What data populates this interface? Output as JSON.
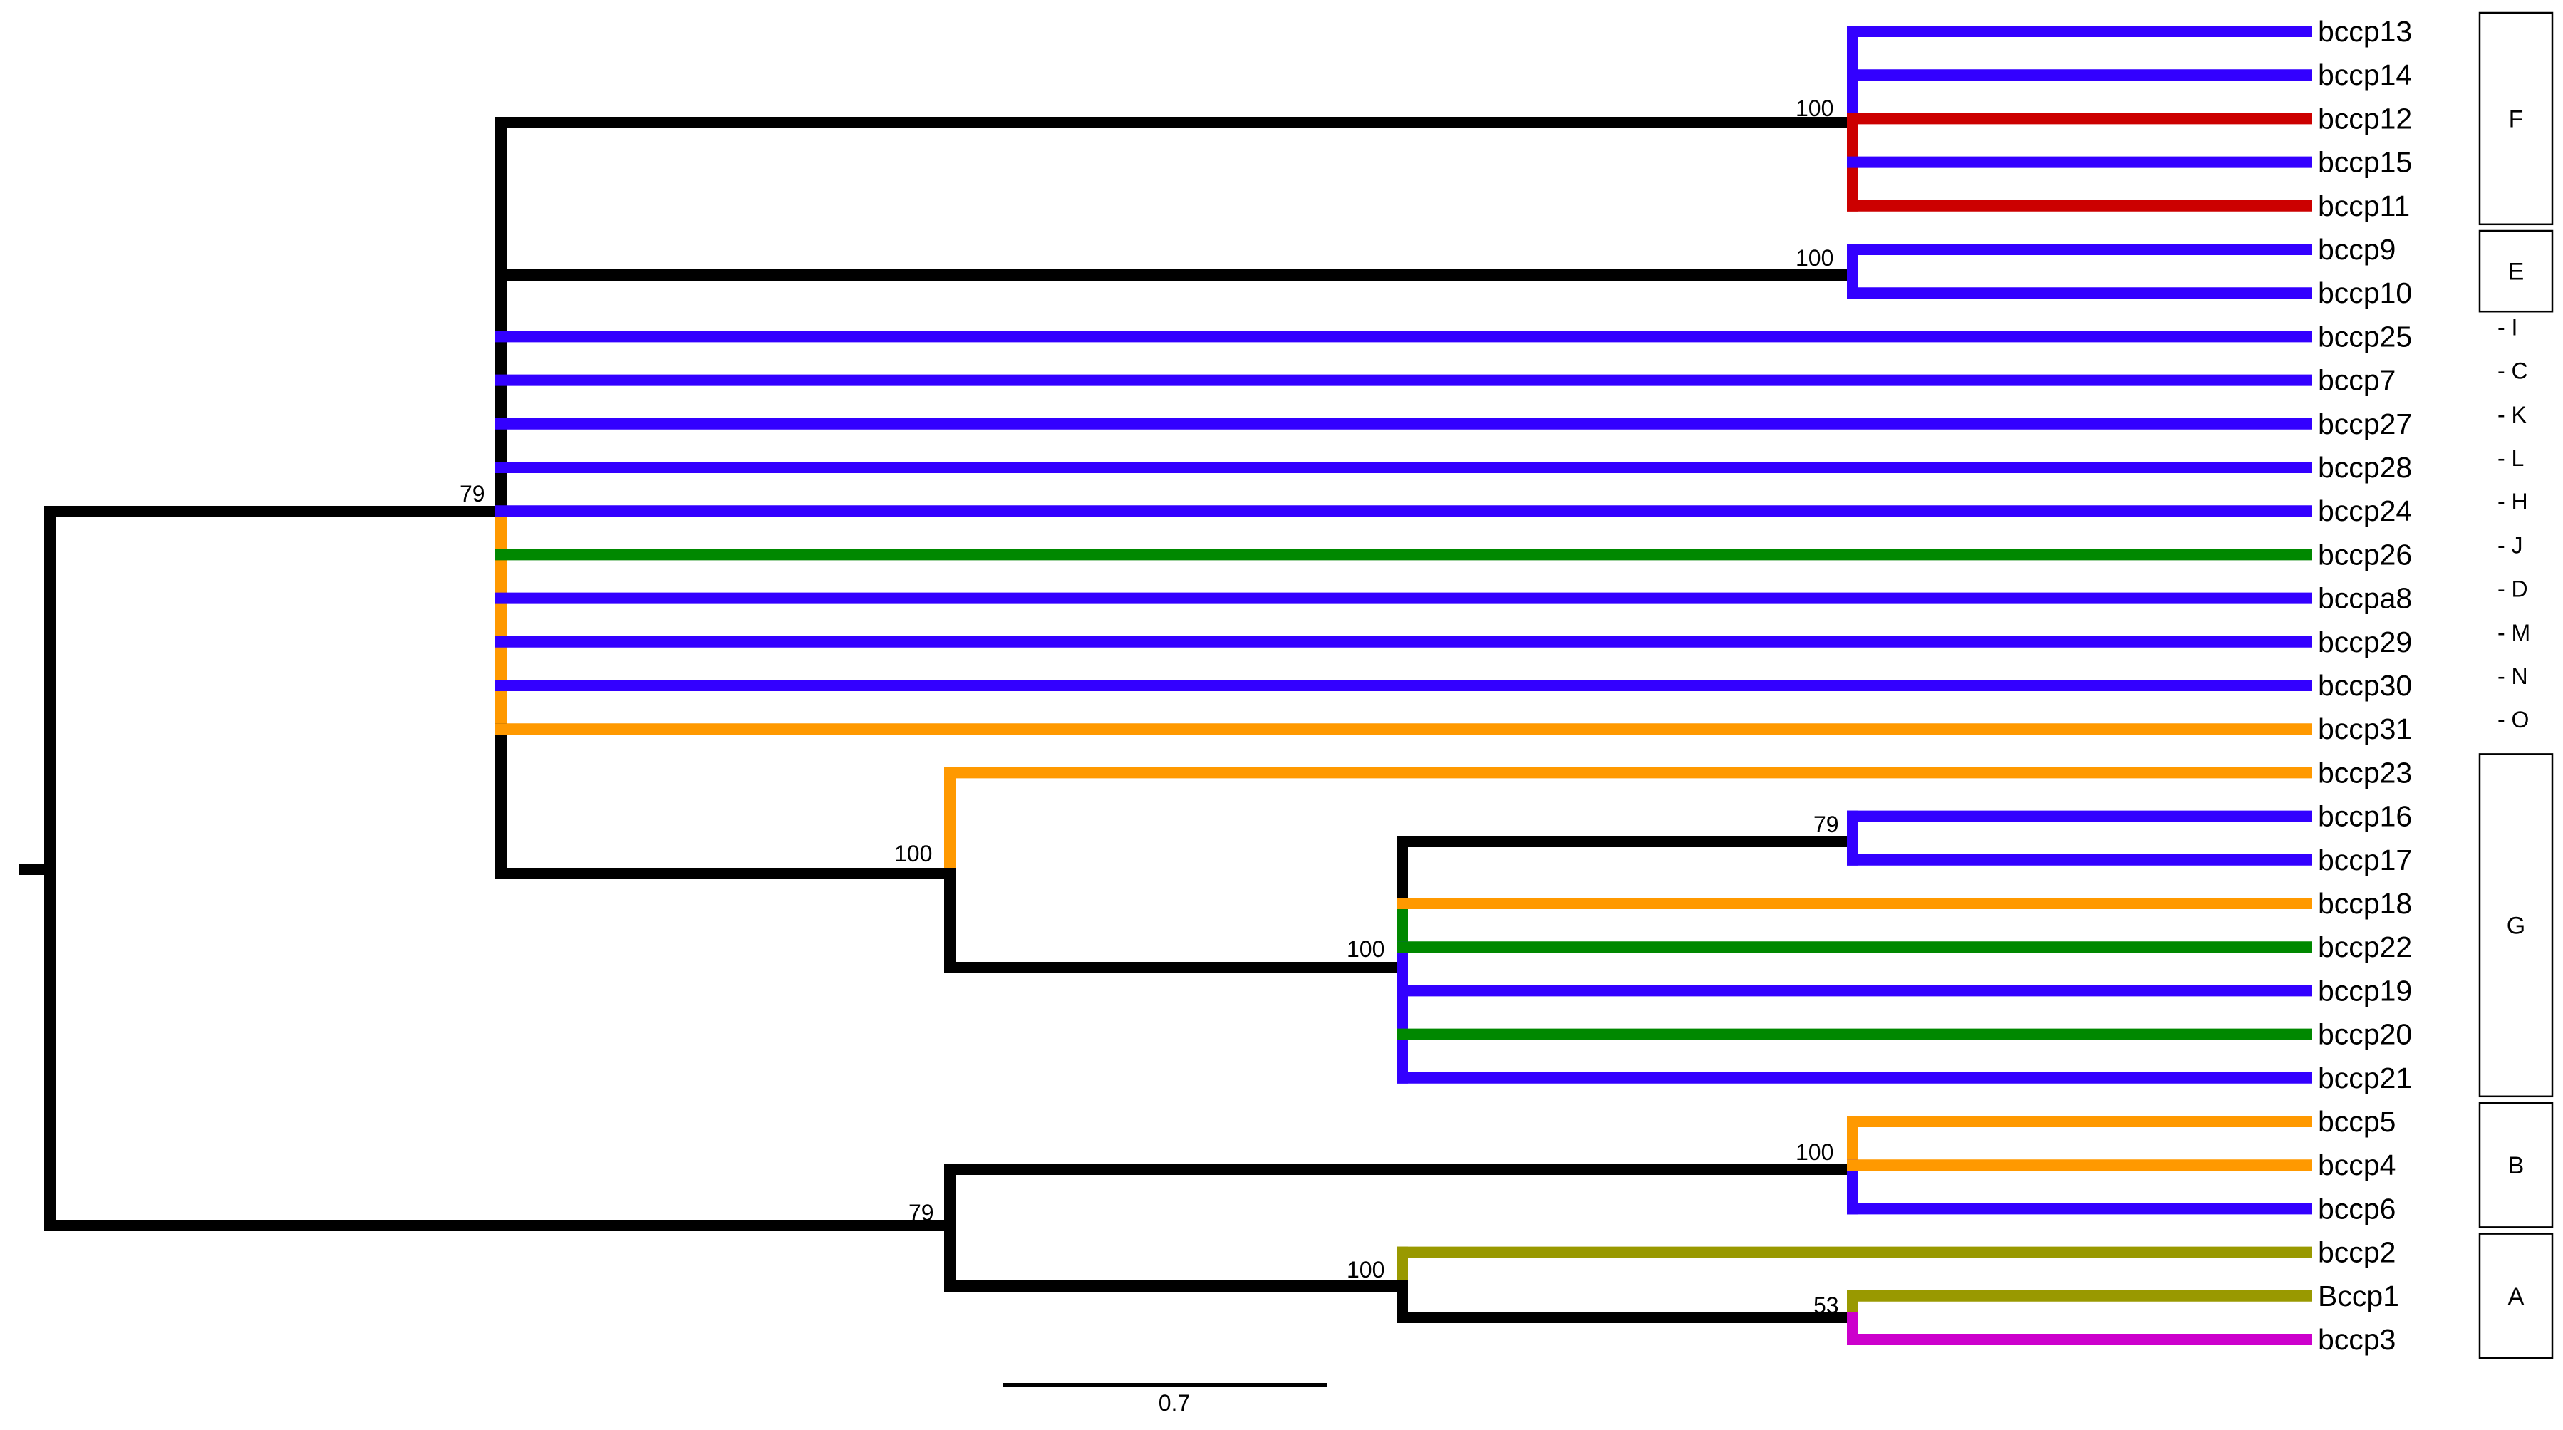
{
  "colors": {
    "black": "#000000",
    "blue": "#3300ff",
    "red": "#cc0000",
    "green": "#008800",
    "orange": "#ff9900",
    "olive": "#999900",
    "magenta": "#cc00cc"
  },
  "leaves": [
    {
      "id": "bccp13",
      "label": "bccp13",
      "color": "blue"
    },
    {
      "id": "bccp14",
      "label": "bccp14",
      "color": "blue"
    },
    {
      "id": "bccp12",
      "label": "bccp12",
      "color": "red"
    },
    {
      "id": "bccp15",
      "label": "bccp15",
      "color": "blue"
    },
    {
      "id": "bccp11",
      "label": "bccp11",
      "color": "red"
    },
    {
      "id": "bccp9",
      "label": "bccp9",
      "color": "blue"
    },
    {
      "id": "bccp10",
      "label": "bccp10",
      "color": "blue"
    },
    {
      "id": "bccp25",
      "label": "bccp25",
      "color": "blue"
    },
    {
      "id": "bccp7",
      "label": "bccp7",
      "color": "blue"
    },
    {
      "id": "bccp27",
      "label": "bccp27",
      "color": "blue"
    },
    {
      "id": "bccp28",
      "label": "bccp28",
      "color": "blue"
    },
    {
      "id": "bccp24",
      "label": "bccp24",
      "color": "blue"
    },
    {
      "id": "bccp26",
      "label": "bccp26",
      "color": "green"
    },
    {
      "id": "bccpa8",
      "label": "bccpa8",
      "color": "blue"
    },
    {
      "id": "bccp29",
      "label": "bccp29",
      "color": "blue"
    },
    {
      "id": "bccp30",
      "label": "bccp30",
      "color": "blue"
    },
    {
      "id": "bccp31",
      "label": "bccp31",
      "color": "orange"
    },
    {
      "id": "bccp23",
      "label": "bccp23",
      "color": "orange"
    },
    {
      "id": "bccp16",
      "label": "bccp16",
      "color": "blue"
    },
    {
      "id": "bccp17",
      "label": "bccp17",
      "color": "blue"
    },
    {
      "id": "bccp18",
      "label": "bccp18",
      "color": "orange"
    },
    {
      "id": "bccp22",
      "label": "bccp22",
      "color": "green"
    },
    {
      "id": "bccp19",
      "label": "bccp19",
      "color": "blue"
    },
    {
      "id": "bccp20",
      "label": "bccp20",
      "color": "green"
    },
    {
      "id": "bccp21",
      "label": "bccp21",
      "color": "blue"
    },
    {
      "id": "bccp5",
      "label": "bccp5",
      "color": "orange"
    },
    {
      "id": "bccp4",
      "label": "bccp4",
      "color": "orange"
    },
    {
      "id": "bccp6",
      "label": "bccp6",
      "color": "blue"
    },
    {
      "id": "bccp2",
      "label": "bccp2",
      "color": "olive"
    },
    {
      "id": "Bccp1",
      "label": "Bccp1",
      "color": "olive"
    },
    {
      "id": "bccp3",
      "label": "bccp3",
      "color": "magenta"
    }
  ],
  "support_values": {
    "F": "100",
    "E": "100",
    "core": "79",
    "G": "100",
    "G_inner": "100",
    "G_16_17": "79",
    "AB": "79",
    "B": "100",
    "A": "100",
    "A_1_3": "53"
  },
  "clades": [
    {
      "label": "F",
      "first": 0,
      "last": 4
    },
    {
      "label": "E",
      "first": 5,
      "last": 6
    },
    {
      "label": "G",
      "first": 17,
      "last": 24
    },
    {
      "label": "B",
      "first": 25,
      "last": 27
    },
    {
      "label": "A",
      "first": 28,
      "last": 30
    }
  ],
  "singleton_groups": [
    {
      "leaf": 7,
      "label": "- I"
    },
    {
      "leaf": 8,
      "label": "- C"
    },
    {
      "leaf": 9,
      "label": "- K"
    },
    {
      "leaf": 10,
      "label": "- L"
    },
    {
      "leaf": 11,
      "label": "- H"
    },
    {
      "leaf": 12,
      "label": "- J"
    },
    {
      "leaf": 13,
      "label": "- D"
    },
    {
      "leaf": 14,
      "label": "- M"
    },
    {
      "leaf": 15,
      "label": "- N"
    },
    {
      "leaf": 16,
      "label": "- O"
    }
  ],
  "scale_bar": {
    "label": "0.7"
  }
}
